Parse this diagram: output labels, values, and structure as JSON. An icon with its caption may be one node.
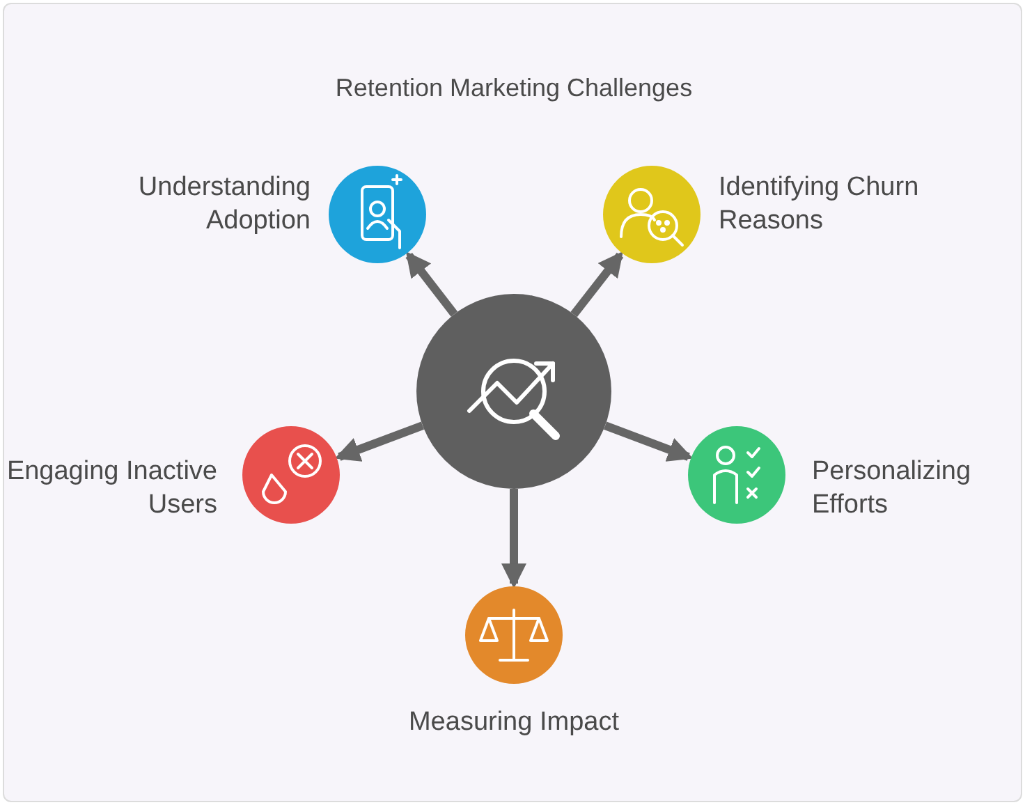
{
  "diagram": {
    "title": "Retention Marketing Challenges",
    "nodes": [
      {
        "text": [],
        "shape": "circle"
      },
      {
        "text": [],
        "shape": "circle",
        "beside": [
          "Understanding Adoption"
        ]
      },
      {
        "text": [],
        "shape": "circle",
        "beside": [
          "Identifying Churn Reasons"
        ]
      },
      {
        "text": [],
        "shape": "circle",
        "beside": [
          "Engaging Inactive Users"
        ]
      },
      {
        "text": [],
        "shape": "circle",
        "beside": [
          "Personalizing Efforts"
        ]
      },
      {
        "text": [],
        "shape": "circle",
        "beside": [
          "Measuring Impact"
        ]
      }
    ],
    "edges": [
      {
        "from": 0,
        "to": 1,
        "arrow": "to"
      },
      {
        "from": 0,
        "to": 2,
        "arrow": "to"
      },
      {
        "from": 0,
        "to": 3,
        "arrow": "to"
      },
      {
        "from": 0,
        "to": 4,
        "arrow": "to"
      },
      {
        "from": 0,
        "to": 5,
        "arrow": "to"
      }
    ]
  }
}
